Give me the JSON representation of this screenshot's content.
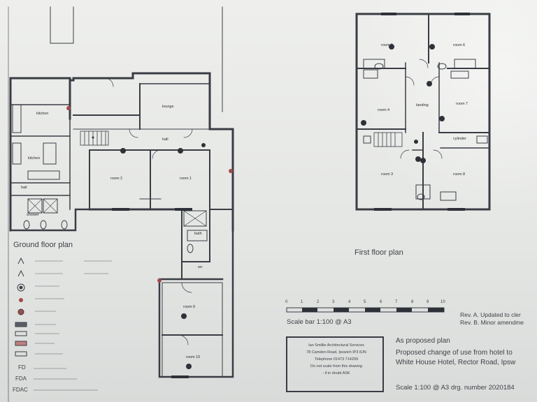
{
  "ground_floor": {
    "title": "Ground floor plan",
    "rooms": {
      "kitchen_upper": "kitchen",
      "kitchen_lower": "kitchen",
      "lounge": "lounge",
      "hall_centre": "hall",
      "hall_left": "hall",
      "room2": "room 2",
      "room1": "room 1",
      "bath": "bath",
      "shower": "shower",
      "room9": "room 9",
      "room10": "room 10",
      "wc": "wc"
    }
  },
  "first_floor": {
    "title": "First floor plan",
    "rooms": {
      "room5": "room 5",
      "room6": "room 6",
      "room4": "room 4",
      "landing": "landing",
      "room7": "room 7",
      "cylinder": "cylinder",
      "room3": "room 3",
      "room8": "room 8"
    }
  },
  "legend": {
    "fd": "FD",
    "fda": "FDA",
    "fdac": "FDAC"
  },
  "scale_bar": {
    "label": "Scale bar 1:100 @ A3",
    "ticks": [
      "0",
      "1",
      "2",
      "3",
      "4",
      "5",
      "6",
      "7",
      "8",
      "9",
      "10"
    ]
  },
  "revisions": {
    "rev_a": "Rev. A. Updated to cler",
    "rev_b": "Rev. B. Minor amendme"
  },
  "architect_box": {
    "line1": "Ian Smillie Architectural Services",
    "line2": "78 Camden Road, Ipswich IP3 8JN",
    "line3": "Telephone 01473 714209",
    "line4": "Do not scale from this drawing",
    "line5": "- if in doubt ASK"
  },
  "title_block": {
    "status": "As proposed plan",
    "desc_line1": "Proposed change of use from hotel to",
    "desc_line2": "White House Hotel, Rector Road, Ipsw",
    "scale_drg": "Scale 1:100 @ A3  drg. number 2020184"
  },
  "colors": {
    "line": "#3a3c44",
    "paper": "#e7e8e6",
    "red_detector": "#a24a4a"
  }
}
